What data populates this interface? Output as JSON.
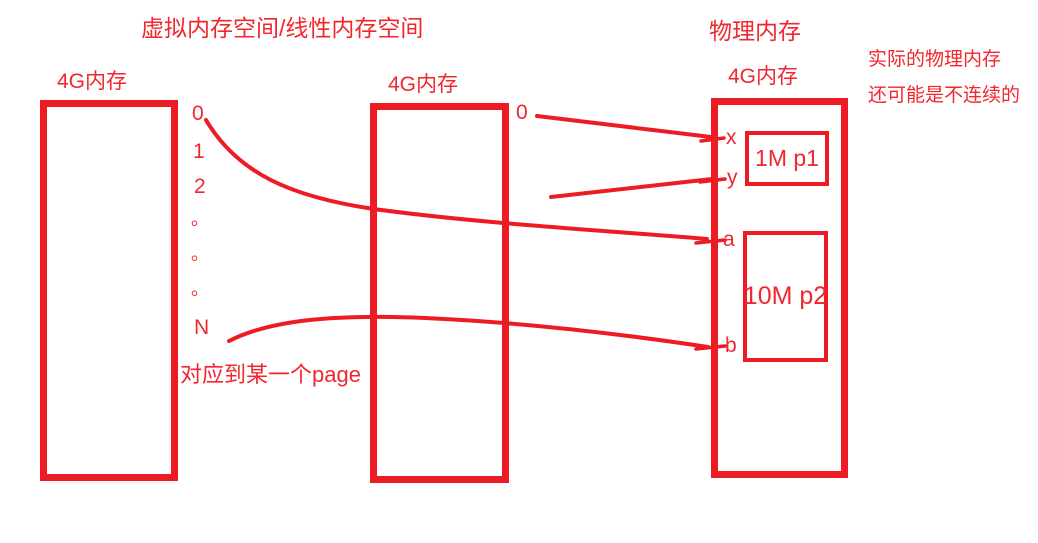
{
  "colors": {
    "stroke_red": "#ed1c24",
    "text_red": "#f2262e"
  },
  "titles": {
    "virtual": "虚拟内存空间/线性内存空间",
    "physical": "物理内存"
  },
  "note": {
    "line1": "实际的物理内存",
    "line2": "还可能是不连续的"
  },
  "boxes": {
    "left": {
      "label": "4G内存"
    },
    "middle": {
      "label": "4G内存"
    },
    "physical": {
      "label": "4G内存"
    }
  },
  "left_axis": {
    "ticks": [
      "0",
      "1",
      "2",
      "。",
      "。",
      "。",
      "N"
    ],
    "caption": "对应到某一个page"
  },
  "middle_axis": {
    "tick0": "0"
  },
  "physical_axis": {
    "x": "x",
    "y": "y",
    "a": "a",
    "b": "b"
  },
  "pages": {
    "p1": "1M p1",
    "p2": "10M p2"
  }
}
